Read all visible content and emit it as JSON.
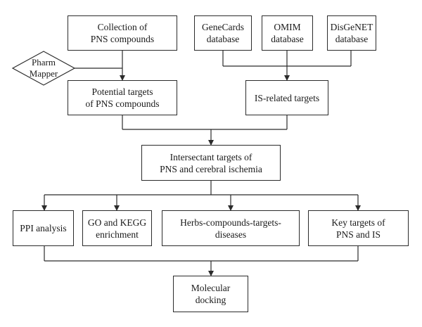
{
  "nodes": {
    "collection": [
      "Collection of",
      "PNS compounds"
    ],
    "genecards": [
      "GeneCards",
      "database"
    ],
    "omim": [
      "OMIM",
      "database"
    ],
    "disgenet": [
      "DisGeNET",
      "database"
    ],
    "pharmmapper": [
      "Pharm",
      "Mapper"
    ],
    "potential": [
      "Potential targets",
      "of PNS compounds"
    ],
    "is_related": [
      "IS-related targets"
    ],
    "intersect": [
      "Intersectant targets of",
      "PNS and cerebral ischemia"
    ],
    "ppi": [
      "PPI analysis"
    ],
    "go_kegg": [
      "GO and KEGG",
      "enrichment"
    ],
    "herbs": [
      "Herbs-compounds-targets-",
      "diseases"
    ],
    "key_targets": [
      "Key targets of",
      "PNS and IS"
    ],
    "docking": [
      "Molecular",
      "docking"
    ]
  },
  "colors": {
    "stroke": "#2b2b2b",
    "text": "#1a1a1a",
    "background": "#ffffff"
  }
}
